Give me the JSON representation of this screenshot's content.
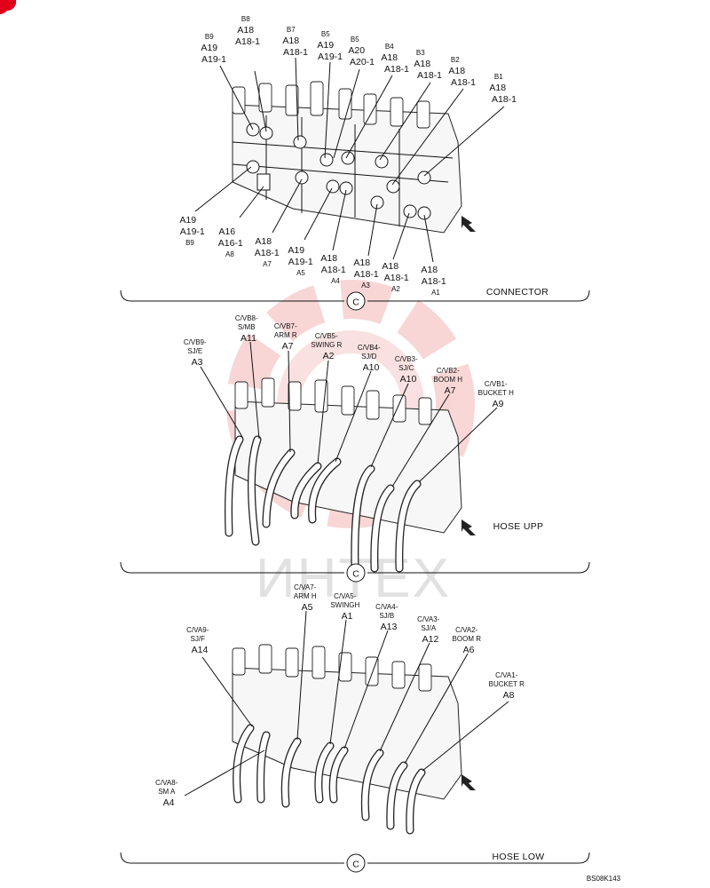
{
  "corner_badge": "",
  "watermark": "ИНТЕХ",
  "figure_code": "BS08K143",
  "sections": {
    "connector": {
      "title": "CONNECTOR",
      "view_marker": "C",
      "labels": [
        {
          "lines": [
            "B8",
            "A18",
            "A18-1"
          ]
        },
        {
          "lines": [
            "B9",
            "A19",
            "A19-1"
          ]
        },
        {
          "lines": [
            "B7",
            "A18",
            "A18-1"
          ]
        },
        {
          "lines": [
            "B5",
            "A19",
            "A19-1"
          ]
        },
        {
          "lines": [
            "B5",
            "A20",
            "A20-1"
          ]
        },
        {
          "lines": [
            "B4",
            "A18",
            "A18-1"
          ]
        },
        {
          "lines": [
            "B3",
            "A18",
            "A18-1"
          ]
        },
        {
          "lines": [
            "B2",
            "A18",
            "A18-1"
          ]
        },
        {
          "lines": [
            "B1",
            "A18",
            "A18-1"
          ]
        },
        {
          "lines": [
            "A19",
            "A19-1",
            "B9"
          ]
        },
        {
          "lines": [
            "A16",
            "A16-1",
            "A8"
          ]
        },
        {
          "lines": [
            "A18",
            "A18-1",
            "A7"
          ]
        },
        {
          "lines": [
            "A19",
            "A19-1",
            "A5"
          ]
        },
        {
          "lines": [
            "A18",
            "A18-1",
            "A4"
          ]
        },
        {
          "lines": [
            "A18",
            "A18-1",
            "A3"
          ]
        },
        {
          "lines": [
            "A18",
            "A18-1",
            "A2"
          ]
        },
        {
          "lines": [
            "A18",
            "A18-1",
            "A1"
          ]
        }
      ]
    },
    "hose_upp": {
      "title": "HOSE UPP",
      "view_marker": "C",
      "labels": [
        {
          "lines": [
            "C/VB9-",
            "SJ/E",
            "A3"
          ]
        },
        {
          "lines": [
            "C/VB8-",
            "S/MB",
            "A11"
          ]
        },
        {
          "lines": [
            "C/VB7-",
            "ARM R",
            "A7"
          ]
        },
        {
          "lines": [
            "C/VB5-",
            "SWING R",
            "A2"
          ]
        },
        {
          "lines": [
            "C/VB4-",
            "SJ/D",
            "A10"
          ]
        },
        {
          "lines": [
            "C/VB3-",
            "SJ/C",
            "A10"
          ]
        },
        {
          "lines": [
            "C/VB2-",
            "BOOM H",
            "A7"
          ]
        },
        {
          "lines": [
            "C/VB1-",
            "BUCKET H",
            "A9"
          ]
        }
      ]
    },
    "hose_low": {
      "title": "HOSE LOW",
      "view_marker": "C",
      "labels": [
        {
          "lines": [
            "C/VA7-",
            "ARM H",
            "A5"
          ]
        },
        {
          "lines": [
            "C/VA5-",
            "SWINGH",
            "A1"
          ]
        },
        {
          "lines": [
            "C/VA4-",
            "SJ/B",
            "A13"
          ]
        },
        {
          "lines": [
            "C/VA3-",
            "SJ/A",
            "A12"
          ]
        },
        {
          "lines": [
            "C/VA2-",
            "BOOM R",
            "A6"
          ]
        },
        {
          "lines": [
            "C/VA9-",
            "SJ/F",
            "A14"
          ]
        },
        {
          "lines": [
            "C/VA1-",
            "BUCKET R",
            "A8"
          ]
        },
        {
          "lines": [
            "C/VA8-",
            "SM A",
            "A4"
          ]
        }
      ]
    }
  }
}
